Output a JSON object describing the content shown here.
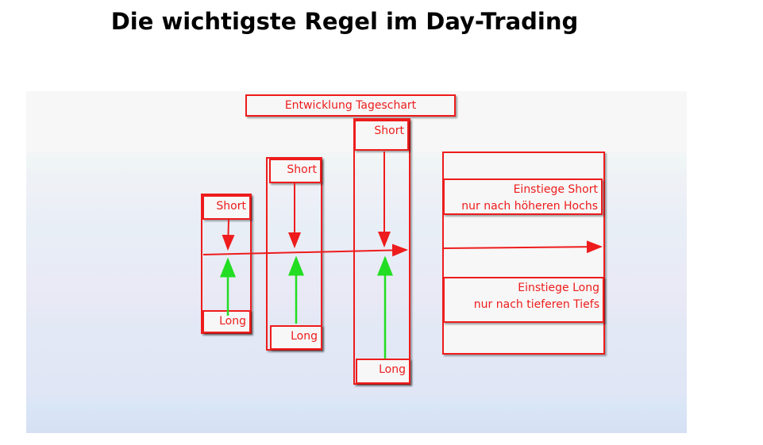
{
  "title": "Die wichtigste Regel im Day-Trading",
  "diagram": {
    "header": "Entwicklung Tageschart",
    "columns": [
      {
        "short": "Short",
        "long": "Long"
      },
      {
        "short": "Short",
        "long": "Long"
      },
      {
        "short": "Short",
        "long": "Long"
      }
    ],
    "legend": {
      "short_line1": "Einstiege Short",
      "short_line2": "nur nach höheren Hochs",
      "long_line1": "Einstiege Long",
      "long_line2": "nur nach tieferen Tiefs"
    },
    "colors": {
      "red": "#ee1c1c",
      "green": "#22dd22"
    }
  }
}
